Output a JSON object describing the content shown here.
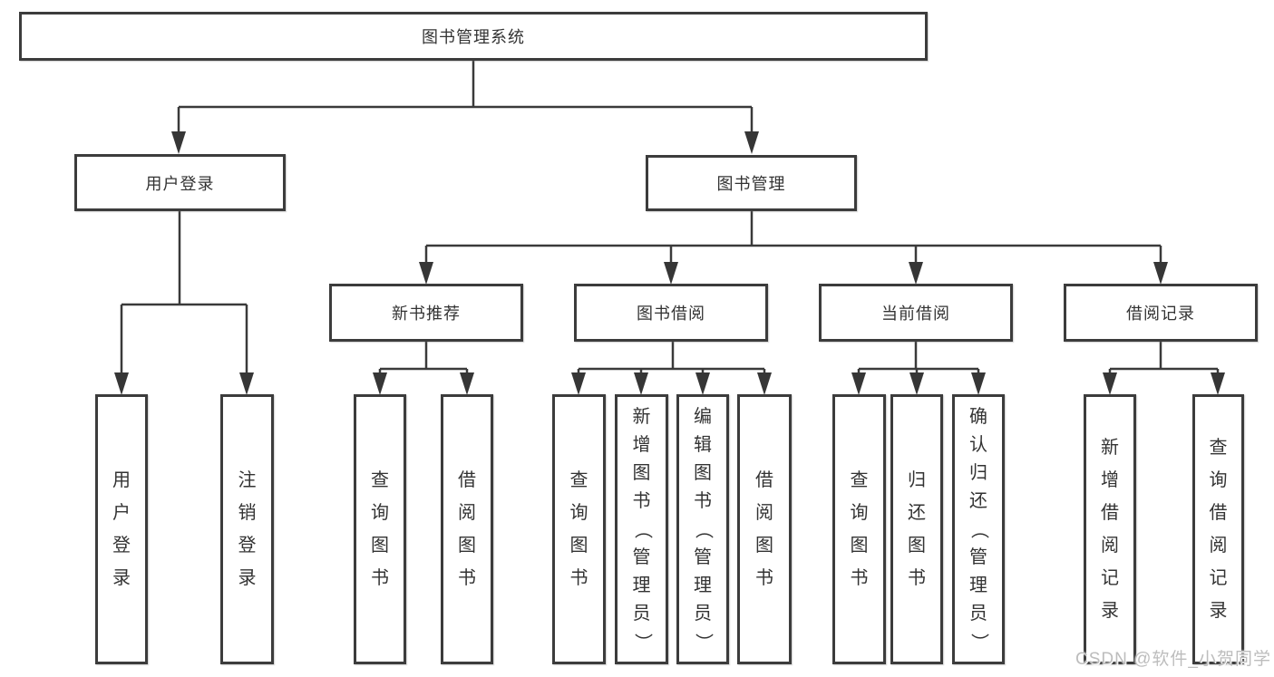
{
  "tree": {
    "root": {
      "label": "图书管理系统"
    },
    "branches": [
      {
        "label": "用户登录",
        "children": [
          {
            "label": "用户登录"
          },
          {
            "label": "注销登录"
          }
        ]
      },
      {
        "label": "图书管理",
        "children": [
          {
            "label": "新书推荐",
            "children": [
              {
                "label": "查询图书"
              },
              {
                "label": "借阅图书"
              }
            ]
          },
          {
            "label": "图书借阅",
            "children": [
              {
                "label": "查询图书"
              },
              {
                "label": "新增图书（管理员）"
              },
              {
                "label": "编辑图书（管理员）"
              },
              {
                "label": "借阅图书"
              }
            ]
          },
          {
            "label": "当前借阅",
            "children": [
              {
                "label": "查询图书"
              },
              {
                "label": "归还图书"
              },
              {
                "label": "确认归还（管理员）"
              }
            ]
          },
          {
            "label": "借阅记录",
            "children": [
              {
                "label": "新增借阅记录"
              },
              {
                "label": "查询借阅记录"
              }
            ]
          }
        ]
      }
    ]
  },
  "watermark": {
    "text": "CSDN @软件_小贺同学"
  },
  "colors": {
    "line": "#3a3a3a",
    "box_border": "#3c3c3c",
    "text": "#333333",
    "background": "#ffffff",
    "watermark": "#bdbdbd"
  }
}
